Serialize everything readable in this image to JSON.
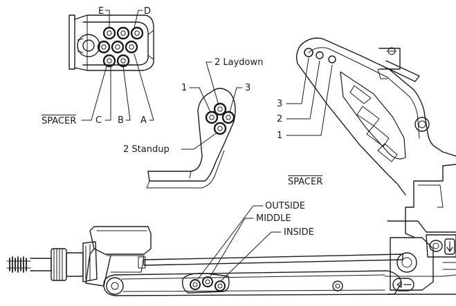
{
  "block_labels": {
    "e": "E",
    "d": "D",
    "spacer": "SPACER",
    "c": "C",
    "b": "B",
    "a": "A"
  },
  "bracket_labels": {
    "laydown": "2 Laydown",
    "one": "1",
    "three": "3",
    "standup": "2 Standup"
  },
  "tower_labels": {
    "three": "3",
    "two": "2",
    "one": "1",
    "spacer": "SPACER"
  },
  "arm_labels": {
    "outside": "OUTSIDE",
    "middle": "MIDDLE",
    "inside": "INSIDE"
  }
}
